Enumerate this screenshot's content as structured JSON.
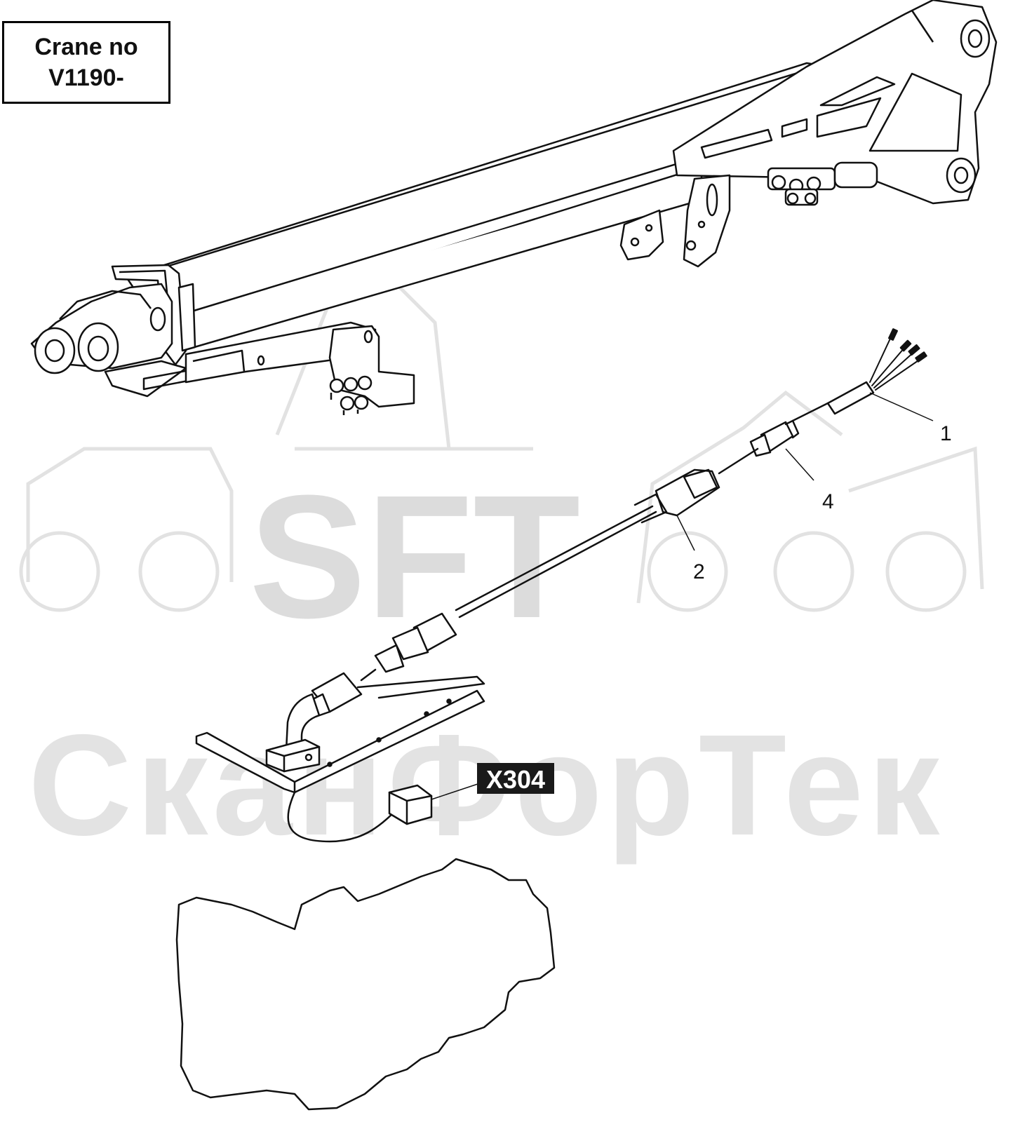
{
  "applicability": {
    "line1": "Crane no",
    "line2": "V1190-"
  },
  "callouts": [
    {
      "id": "1",
      "label": "1"
    },
    {
      "id": "2",
      "label": "2"
    },
    {
      "id": "4",
      "label": "4"
    }
  ],
  "connector": {
    "label": "X304",
    "label_bg": "#1a1a1a",
    "label_color": "#ffffff"
  },
  "watermark": {
    "line1": "SFT",
    "line2": "СканФорТек",
    "color": "#dcdcdc"
  },
  "icons": {
    "boom": "crane-boom-drawing",
    "cable": "cable-assembly-drawing",
    "sensor": "sensor-bracket-drawing",
    "outline": "unit-outline-drawing"
  }
}
